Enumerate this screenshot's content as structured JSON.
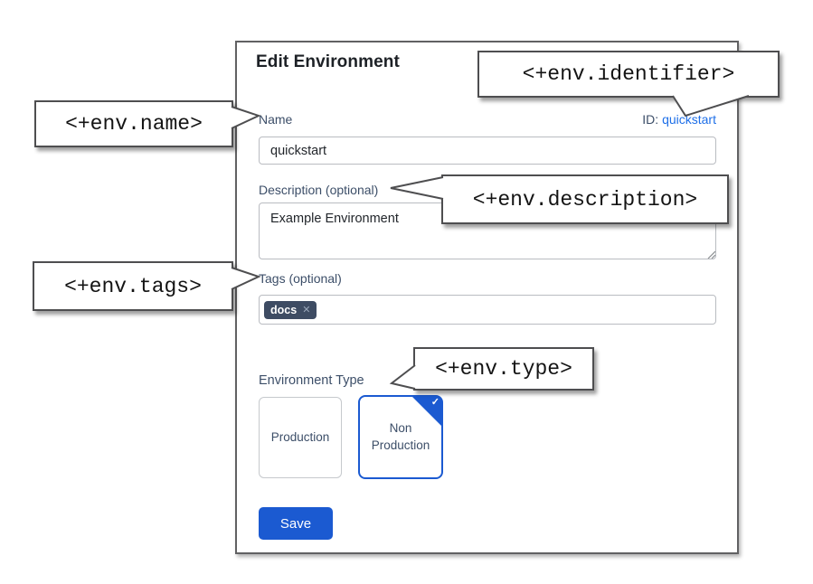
{
  "window": {
    "title": "Edit Environment"
  },
  "form": {
    "identifier": {
      "label": "ID:",
      "value": "quickstart"
    },
    "name": {
      "label": "Name",
      "value": "quickstart"
    },
    "description": {
      "label": "Description (optional)",
      "value": "Example Environment"
    },
    "tags": {
      "label": "Tags (optional)",
      "chips": [
        {
          "text": "docs",
          "remove_icon": "✕"
        }
      ]
    },
    "environment_type": {
      "label": "Environment Type",
      "options": [
        {
          "label": "Production",
          "selected": false
        },
        {
          "label": "Non Production",
          "selected": true
        }
      ],
      "selected_check_icon": "✓"
    },
    "save_button": "Save"
  },
  "callouts": {
    "identifier": "<+env.identifier>",
    "name": "<+env.name>",
    "description": "<+env.description>",
    "tags": "<+env.tags>",
    "type": "<+env.type>"
  },
  "colors": {
    "primary_blue": "#1b5ad1",
    "link_blue": "#1e6fe8",
    "chip_background": "#3e4c63",
    "label_slate": "#3c4e68",
    "callout_border": "#4e4e50"
  }
}
